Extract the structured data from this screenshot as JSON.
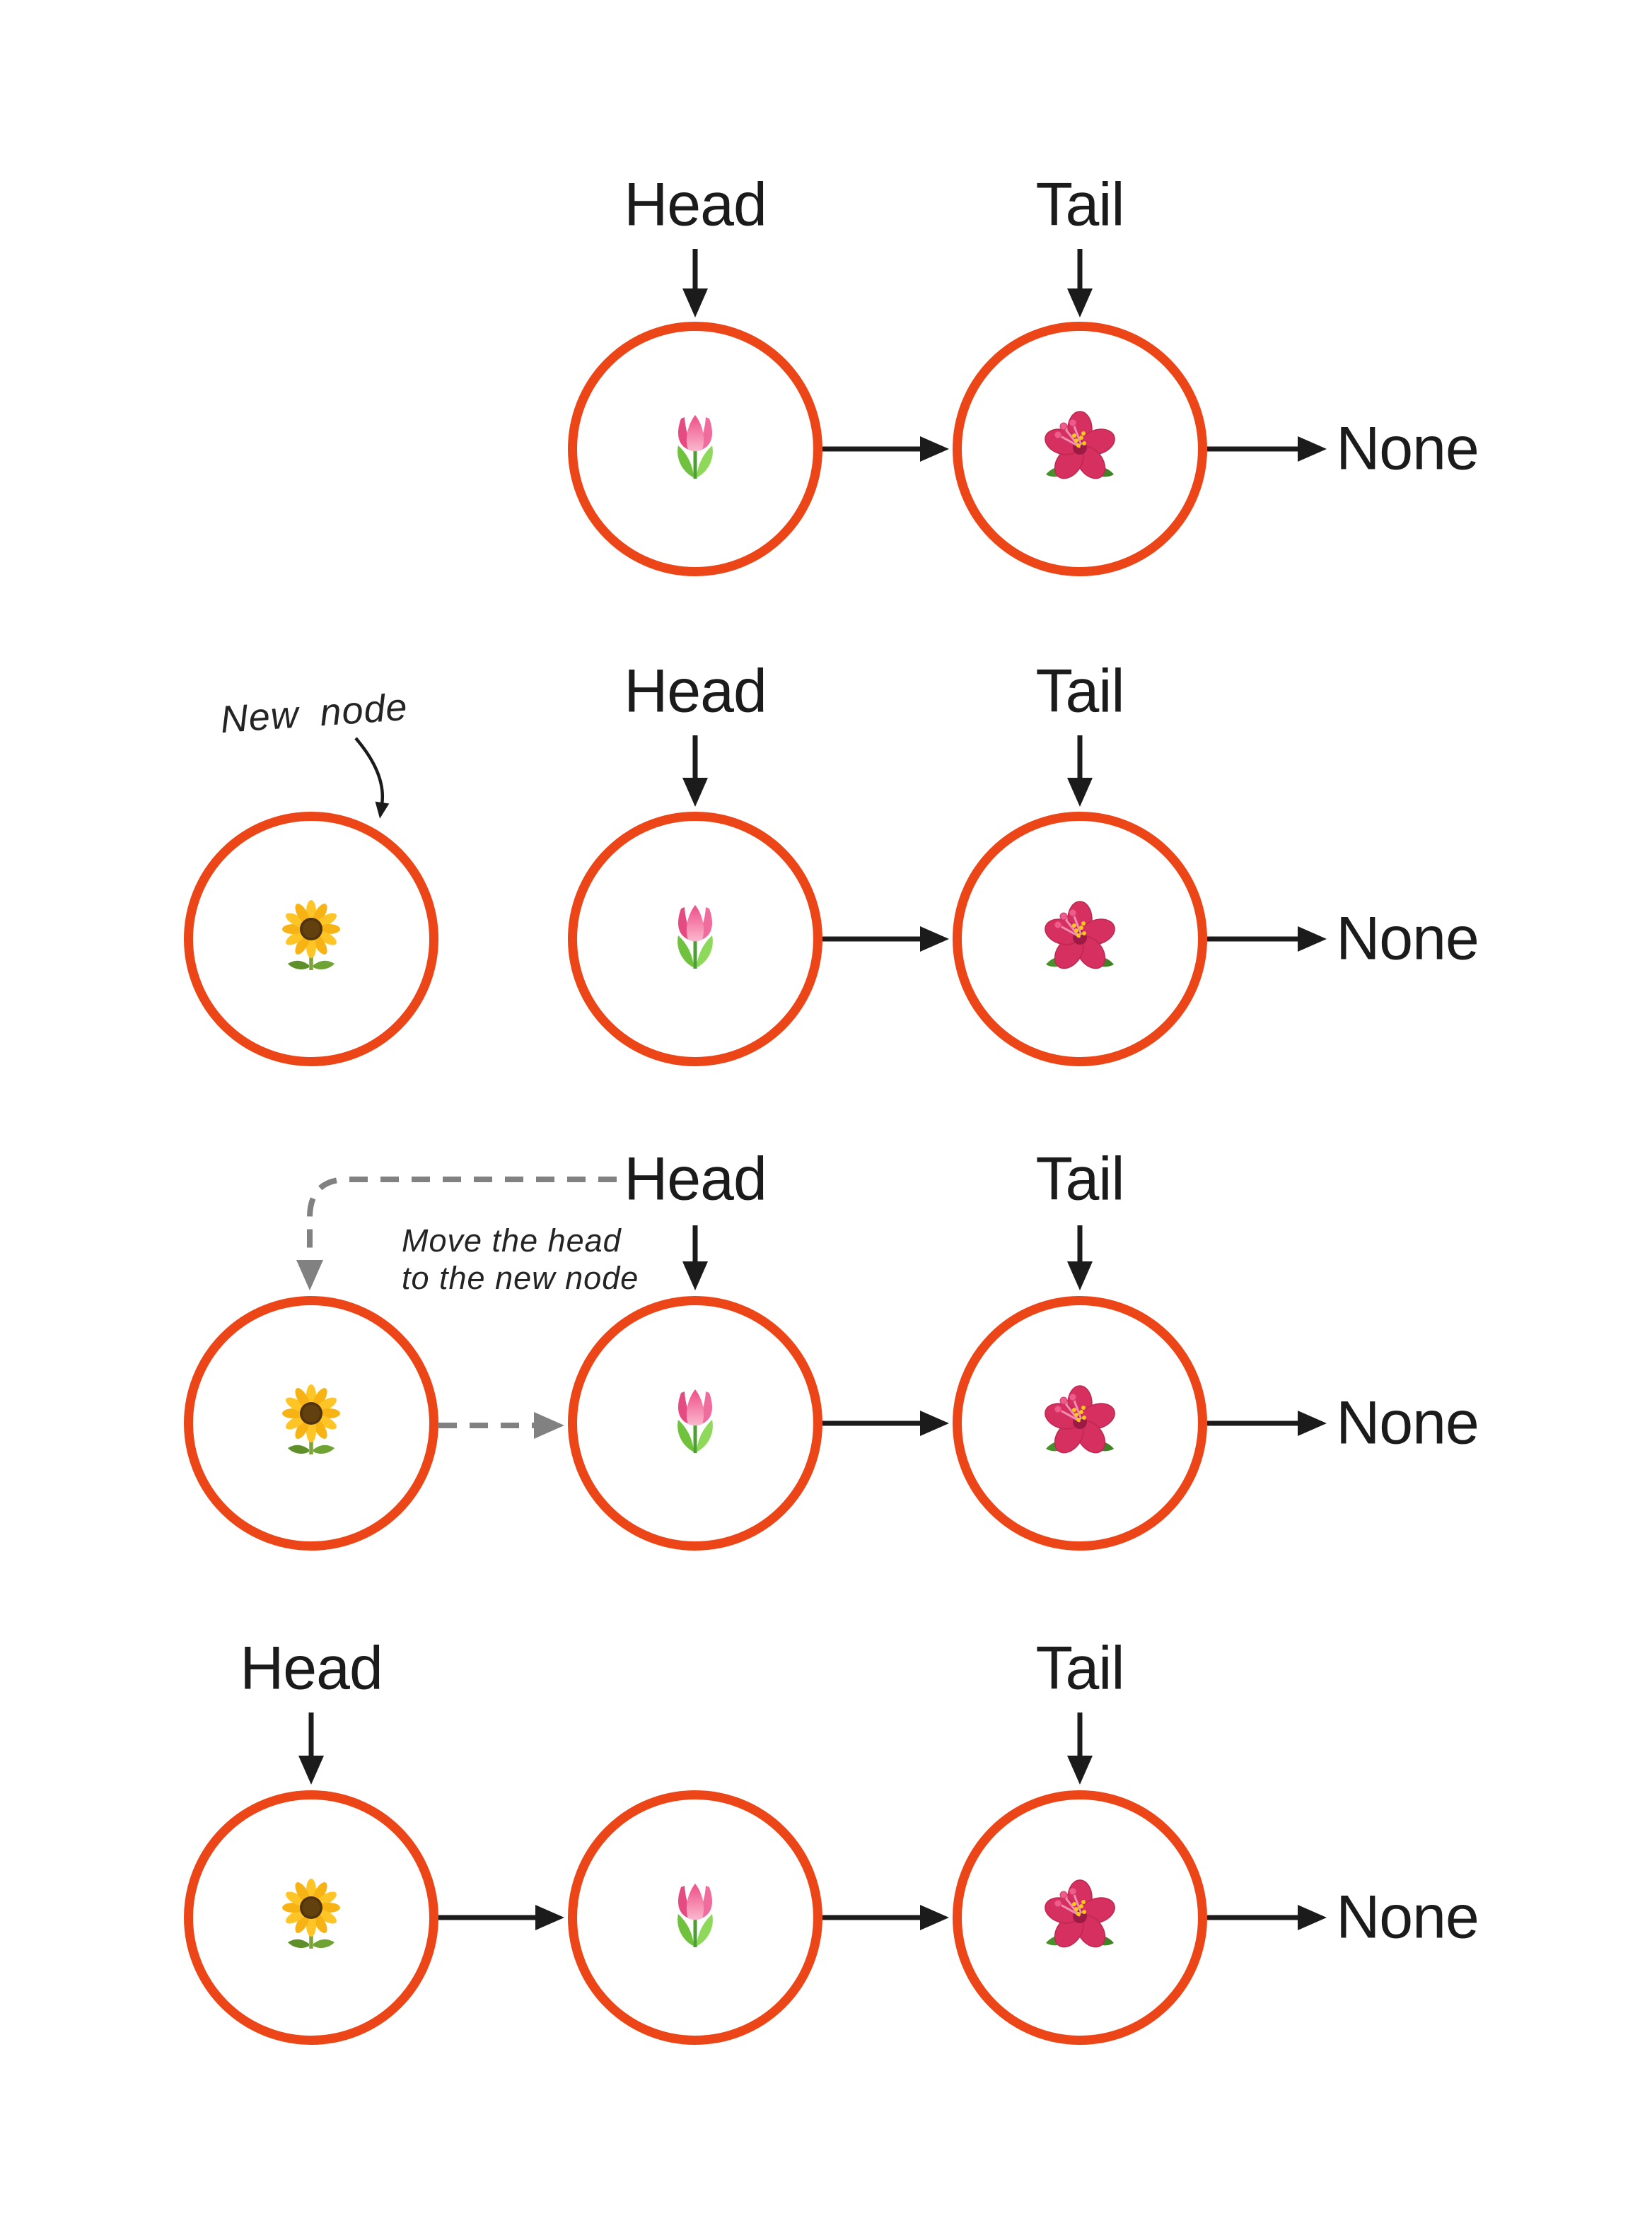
{
  "labels": {
    "head": "Head",
    "tail": "Tail",
    "none": "None"
  },
  "annotations": {
    "new_node": "New node",
    "move_head_line1": "Move the head",
    "move_head_line2": "to the new node"
  },
  "icons": {
    "tulip": "🌷",
    "hibiscus": "🌺",
    "sunflower": "🌻",
    "new_node_pointer": "curved-arrow",
    "move_head_pointer": "dashed-elbow-arrow"
  },
  "colors": {
    "node_stroke": "#EC4518",
    "arrow_black": "#1B1B1B",
    "arrow_gray": "#818181",
    "text": "#1B1B1B",
    "background": "#FFFFFF"
  },
  "diagram": {
    "type": "linked-list insertion at head (4 steps)",
    "steps": [
      {
        "step": 1,
        "nodes": [
          "tulip",
          "hibiscus"
        ],
        "head_points_to": "tulip",
        "tail_points_to": "hibiscus",
        "links": [
          [
            "tulip",
            "hibiscus",
            "solid"
          ],
          [
            "hibiscus",
            "None",
            "solid"
          ]
        ]
      },
      {
        "step": 2,
        "nodes": [
          "sunflower",
          "tulip",
          "hibiscus"
        ],
        "head_points_to": "tulip",
        "tail_points_to": "hibiscus",
        "annotation": "New node",
        "links": [
          [
            "tulip",
            "hibiscus",
            "solid"
          ],
          [
            "hibiscus",
            "None",
            "solid"
          ]
        ]
      },
      {
        "step": 3,
        "nodes": [
          "sunflower",
          "tulip",
          "hibiscus"
        ],
        "head_points_to": "tulip",
        "tail_points_to": "hibiscus",
        "annotation": "Move the head to the new node",
        "links": [
          [
            "head",
            "sunflower",
            "dashed"
          ],
          [
            "sunflower",
            "tulip",
            "dashed"
          ],
          [
            "tulip",
            "hibiscus",
            "solid"
          ],
          [
            "hibiscus",
            "None",
            "solid"
          ]
        ]
      },
      {
        "step": 4,
        "nodes": [
          "sunflower",
          "tulip",
          "hibiscus"
        ],
        "head_points_to": "sunflower",
        "tail_points_to": "hibiscus",
        "links": [
          [
            "sunflower",
            "tulip",
            "solid"
          ],
          [
            "tulip",
            "hibiscus",
            "solid"
          ],
          [
            "hibiscus",
            "None",
            "solid"
          ]
        ]
      }
    ]
  }
}
